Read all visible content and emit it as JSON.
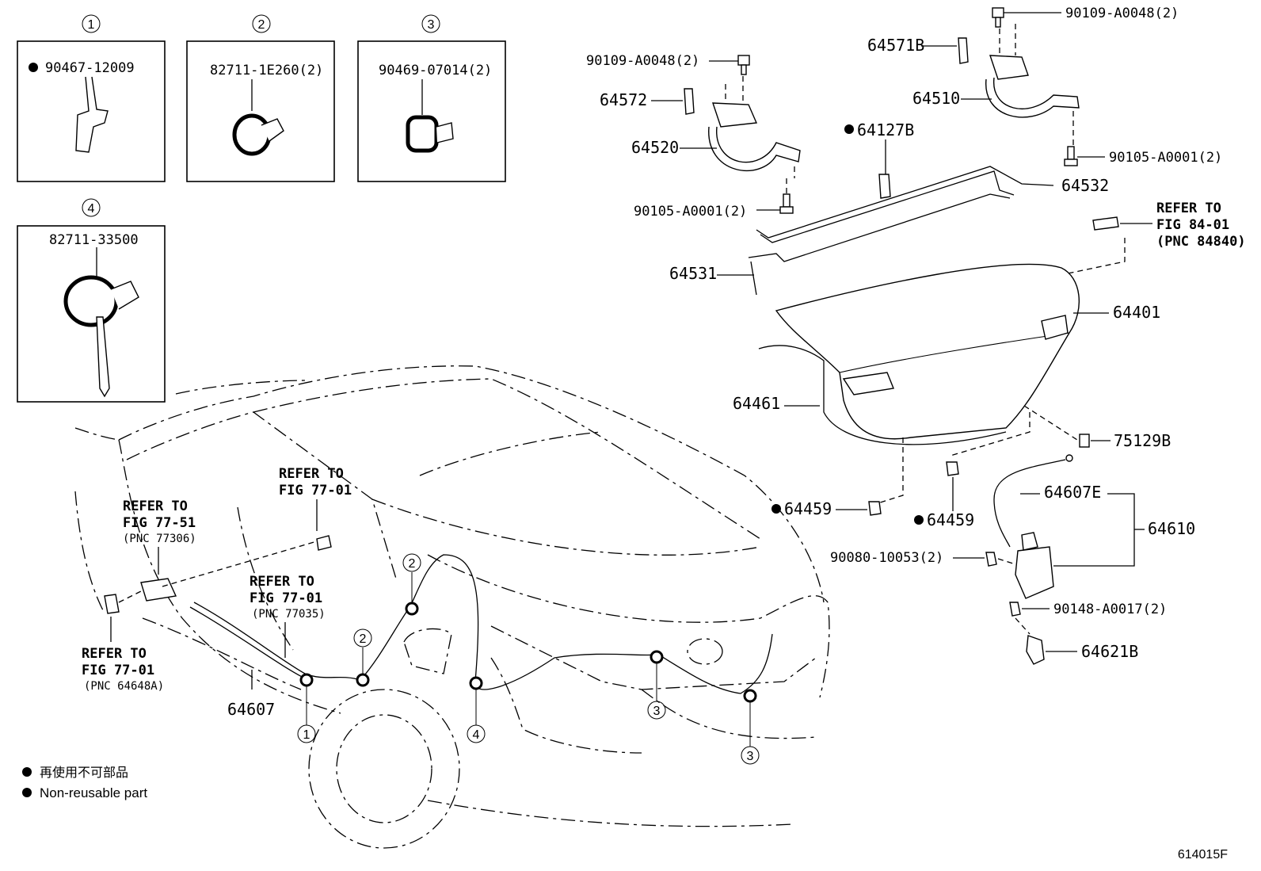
{
  "inset_numbers": [
    "1",
    "2",
    "3",
    "4"
  ],
  "insets": [
    {
      "number": "1",
      "part": "90467-12009",
      "non_reusable": true
    },
    {
      "number": "2",
      "part": "82711-1E260(2)",
      "non_reusable": false
    },
    {
      "number": "3",
      "part": "90469-07014(2)",
      "non_reusable": false
    },
    {
      "number": "4",
      "part": "82711-33500",
      "non_reusable": false
    }
  ],
  "callouts": {
    "c_90109_left": "90109-A0048(2)",
    "c_90109_right": "90109-A0048(2)",
    "c_64571b": "64571B",
    "c_64572": "64572",
    "c_64510": "64510",
    "c_64127b": "64127B",
    "c_64520": "64520",
    "c_90105_right": "90105-A0001(2)",
    "c_64532": "64532",
    "c_90105_left": "90105-A0001(2)",
    "c_64531": "64531",
    "c_64401": "64401",
    "c_64461": "64461",
    "c_75129b": "75129B",
    "c_64459_left": "64459",
    "c_64459_right": "64459",
    "c_64607e": "64607E",
    "c_64610": "64610",
    "c_90080": "90080-10053(2)",
    "c_90148": "90148-A0017(2)",
    "c_64621b": "64621B",
    "c_64607": "64607"
  },
  "refer_notes": {
    "fig84_l1": "REFER TO",
    "fig84_l2": "FIG 84-01",
    "fig84_l3": "(PNC 84840)",
    "fig7701a_l1": "REFER TO",
    "fig7701a_l2": "FIG 77-01",
    "fig7751_l1": "REFER TO",
    "fig7751_l2": "FIG 77-51",
    "fig7751_l3": "(PNC 77306)",
    "fig7701b_l1": "REFER TO",
    "fig7701b_l2": "FIG 77-01",
    "fig7701b_l3": "(PNC 77035)",
    "fig7701c_l1": "REFER TO",
    "fig7701c_l2": "FIG 77-01",
    "fig7701c_l3": "(PNC 64648A)"
  },
  "legend": {
    "japanese": "再使用不可部品",
    "english": "Non-reusable part"
  },
  "figure_id": "614015F"
}
